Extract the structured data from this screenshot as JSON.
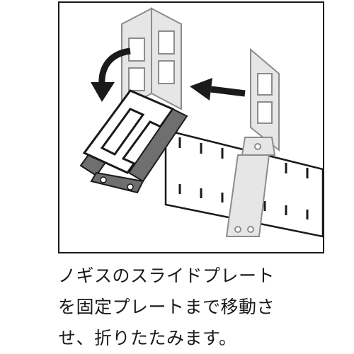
{
  "illustration": {
    "description_icons": [
      "rotate-arrow-icon",
      "slide-arrow-icon"
    ],
    "colors": {
      "outline": "#1a1a1a",
      "ghost_fill": "#e6e6e6",
      "ghost_stroke": "#8c8c8c",
      "plate_dark": "#6f6f6f"
    }
  },
  "caption": {
    "line1": "ノギスのスライドプレート",
    "line2": "を固定プレートまで移動さ",
    "line3": "せ、折りたたみます。"
  }
}
